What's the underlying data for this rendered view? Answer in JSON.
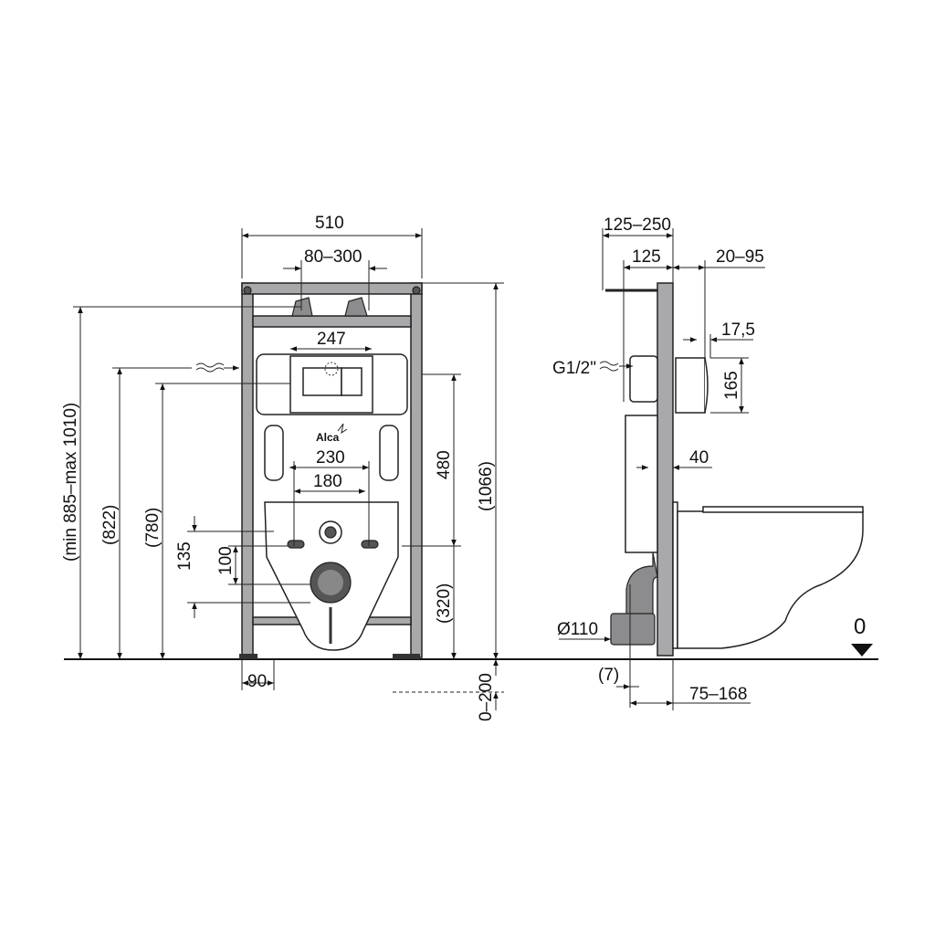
{
  "brand": "Alca",
  "front_view": {
    "width": "510",
    "bracket_spacing": "80–300",
    "button_width": "247",
    "bolt_spacing_outer": "230",
    "bolt_spacing_inner": "180",
    "button_to_outlet": "480",
    "total_height": "(1066)",
    "outlet_height": "(320)",
    "installation_height": "(min 885–max 1010)",
    "water_inlet_height": "(822)",
    "button_height": "(780)",
    "bolt_to_outlet_outer": "135",
    "bolt_to_outlet_inner": "100",
    "foot_width": "90",
    "foot_adjust": "0–200"
  },
  "side_view": {
    "depth_range": "125–250",
    "depth": "125",
    "wall_offset": "20–95",
    "button_depth": "17,5",
    "water_inlet": "G1/2\"",
    "button_size": "165",
    "frame_depth": "40",
    "drain_diameter": "Ø110",
    "drain_offset": "(7)",
    "drain_distance": "75–168",
    "floor_level": "0"
  }
}
